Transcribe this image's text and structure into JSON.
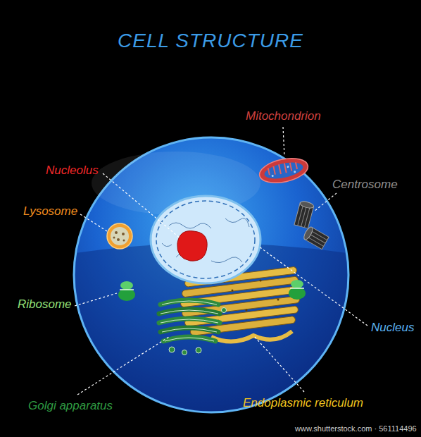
{
  "diagram": {
    "title": "CELL STRUCTURE",
    "labels": [
      "Mitochondrion",
      "Nucleolus",
      "Centrosome",
      "Lysosome",
      "Ribosome",
      "Nucleus",
      "Golgi apparatus",
      "Endoplasmic reticulum",
      "www.shutterstock.com · 561114496"
    ]
  }
}
